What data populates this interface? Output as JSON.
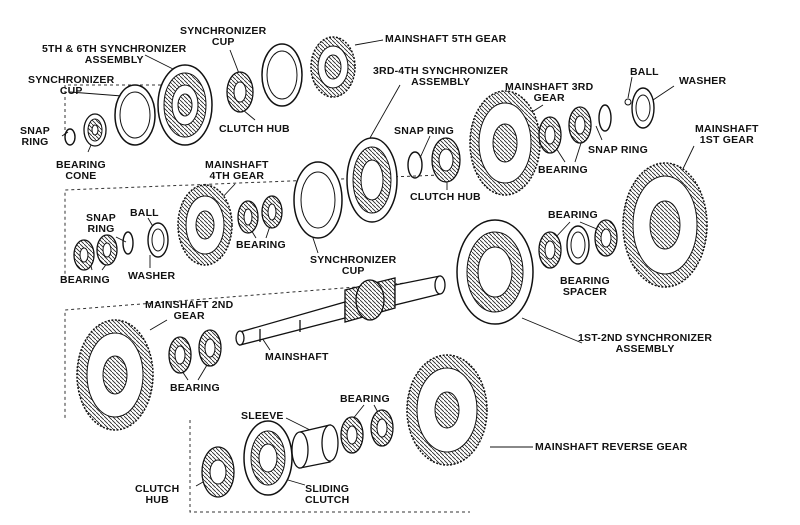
{
  "labels": {
    "sync_6th_assembly": "5TH & 6TH SYNCHRONIZER\nASSEMBLY",
    "sync_cup_top": "SYNCHRONIZER\nCUP",
    "sync_cup_left": "SYNCHRONIZER\nCUP",
    "mainshaft_5th": "MAINSHAFT 5TH GEAR",
    "snap_ring_left": "SNAP\nRING",
    "bearing_cone": "BEARING\nCONE",
    "clutch_hub_top": "CLUTCH HUB",
    "sync_34_assembly": "3RD-4TH SYNCHRONIZER\nASSEMBLY",
    "mainshaft_3rd": "MAINSHAFT 3RD\nGEAR",
    "ball_top": "BALL",
    "washer_top": "WASHER",
    "snap_ring_mid": "SNAP RING",
    "snap_ring_right": "SNAP RING",
    "bearing_top_right": "BEARING",
    "clutch_hub_mid": "CLUTCH HUB",
    "mainshaft_1st": "MAINSHAFT\n1ST GEAR",
    "mainshaft_4th": "MAINSHAFT\n4TH GEAR",
    "snap_ring_2": "SNAP\nRING",
    "ball_mid": "BALL",
    "bearing_left": "BEARING",
    "washer_mid": "WASHER",
    "bearing_mid": "BEARING",
    "sync_cup_mid": "SYNCHRONIZER\nCUP",
    "bearing_right": "BEARING",
    "bearing_spacer": "BEARING\nSPACER",
    "mainshaft_2nd": "MAINSHAFT 2ND\nGEAR",
    "mainshaft": "MAINSHAFT",
    "bearing_2nd": "BEARING",
    "sync_12_assembly": "1ST-2ND SYNCHRONIZER\nASSEMBLY",
    "sleeve": "SLEEVE",
    "bearing_bottom": "BEARING",
    "mainshaft_reverse": "MAINSHAFT REVERSE GEAR",
    "clutch_hub_bottom": "CLUTCH\nHUB",
    "sliding_clutch": "SLIDING\nCLUTCH"
  }
}
